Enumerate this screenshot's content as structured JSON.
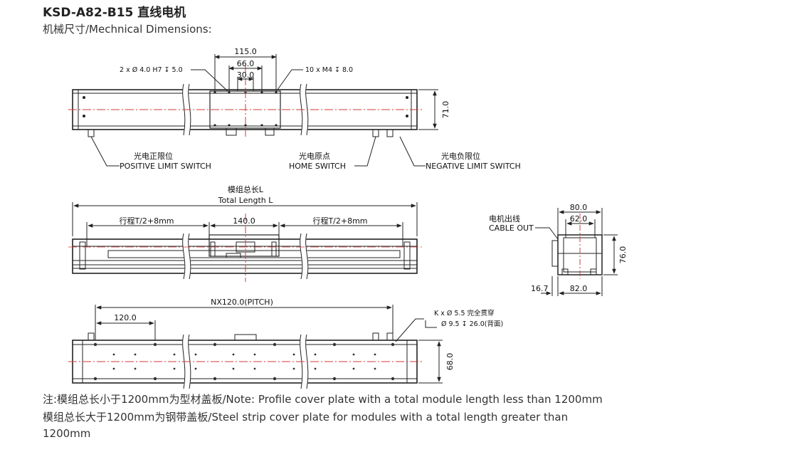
{
  "title": "KSD-A82-B15 直线电机",
  "subtitle": "机械尺寸/Mechnical Dimensions:",
  "top_view": {
    "dim_115": "115.0",
    "dim_66": "66.0",
    "dim_30": "30.0",
    "hole_spec_left": "2 x  Ø 4.0 H7  ↧ 5.0",
    "hole_spec_right": "10 x  M4   ↧ 8.0",
    "height_71": "71.0",
    "pos_switch_cn": "光电正限位",
    "pos_switch_en": "POSITIVE LIMIT SWITCH",
    "home_switch_cn": "光电原点",
    "home_switch_en": "HOME  SWITCH",
    "neg_switch_cn": "光电负限位",
    "neg_switch_en": "NEGATIVE  LIMIT  SWITCH"
  },
  "side_view": {
    "total_length_cn": "模组总长L",
    "total_length_en": "Total Length L",
    "stroke_left": "行程T/2+8mm",
    "carriage_140": "140.0",
    "stroke_right": "行程T/2+8mm"
  },
  "end_view": {
    "cable_cn": "电机出线",
    "cable_en": "CABLE OUT",
    "dim_80": "80.0",
    "dim_62": "62.0",
    "dim_76": "76.0",
    "dim_16_7": "16.7",
    "dim_82": "82.0"
  },
  "bottom_view": {
    "pitch": "NX120.0(PITCH)",
    "dim_120": "120.0",
    "k_holes_1": "K x  Ø 5.5 完全贯穿",
    "k_holes_2": "Ø 9.5  ↧ 26.0(背面)",
    "height_68": "68.0"
  },
  "notes": {
    "line1": "注:模组总长小于1200mm为型材盖板/Note: Profile cover plate with a total module length less than 1200mm",
    "line2": "模组总长大于1200mm为钢带盖板/Steel strip cover plate for modules with a total length greater than",
    "line3": "1200mm"
  },
  "colors": {
    "centerline": "#d63a3a",
    "line": "#222222",
    "text": "#333333"
  }
}
